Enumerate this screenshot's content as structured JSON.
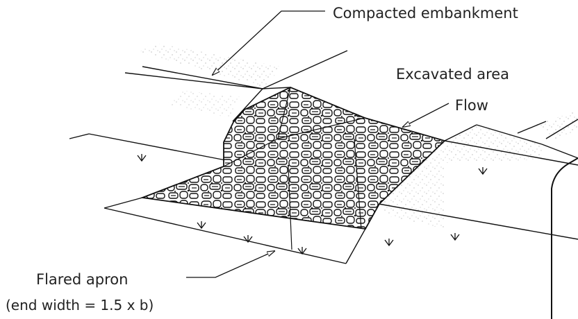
{
  "labels": {
    "compacted_embankment": "Compacted embankment",
    "excavated_area": "Excavated area",
    "flow": "Flow",
    "flared_apron": "Flared apron",
    "end_width": "(end width = 1.5 x b)"
  },
  "icons": {
    "grass_symbol": "grass-tick-icon",
    "riprap": "riprap-stone-pattern"
  },
  "colors": {
    "line": "#111111",
    "text": "#222222",
    "stipple": "#9a9a9a"
  }
}
